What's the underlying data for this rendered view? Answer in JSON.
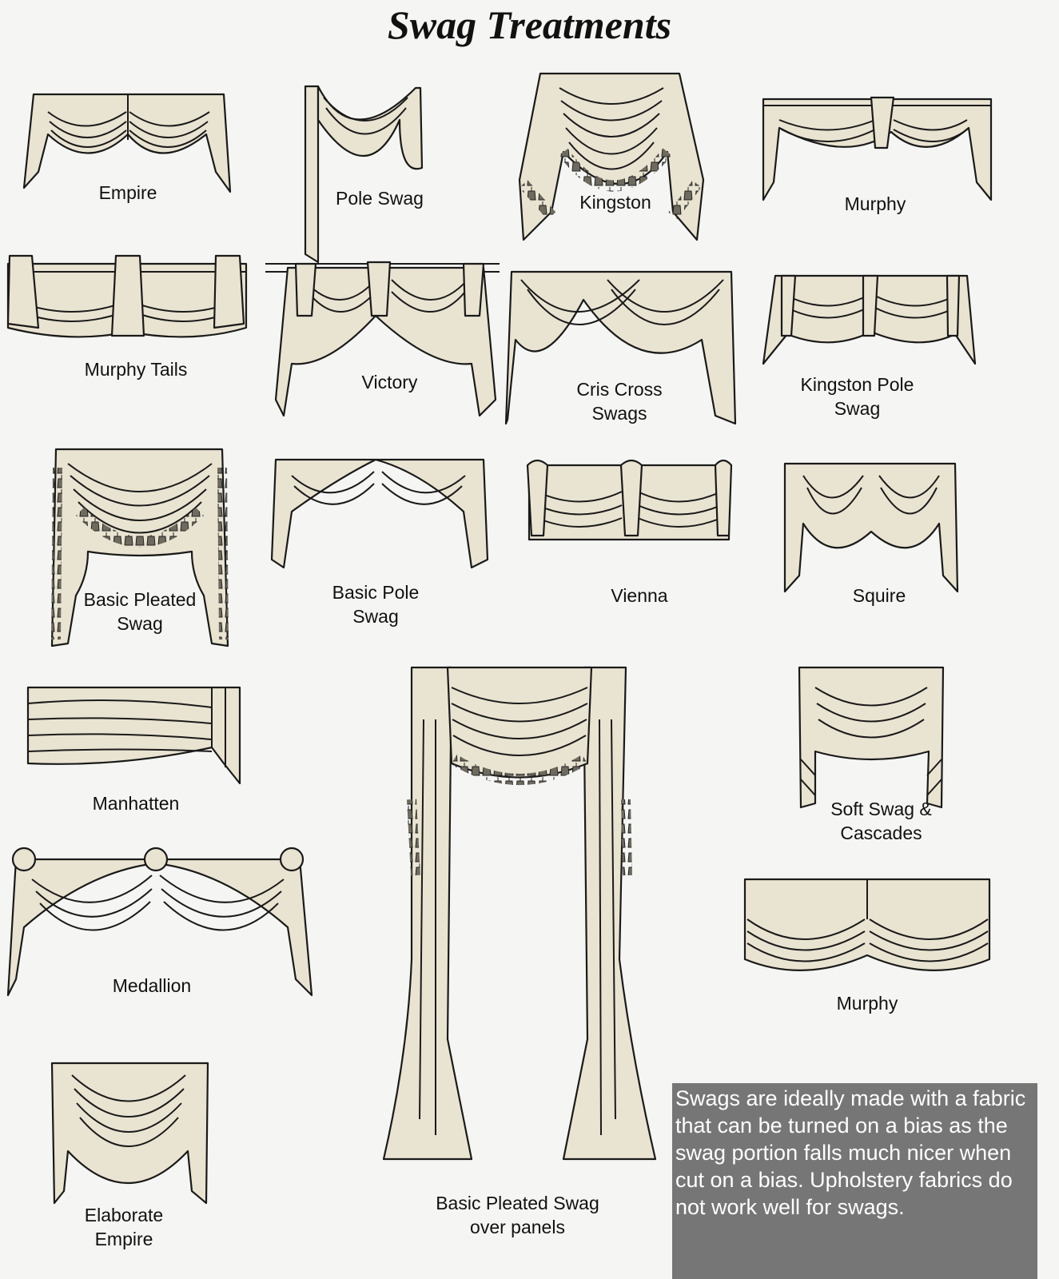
{
  "title": "Swag Treatments",
  "labels": {
    "empire": "Empire",
    "pole_swag": "Pole Swag",
    "kingston": "Kingston",
    "murphy_top": "Murphy",
    "murphy_tails": "Murphy Tails",
    "victory": "Victory",
    "cris_cross": "Cris Cross\nSwags",
    "kingston_pole": "Kingston Pole\nSwag",
    "basic_pleated": "Basic Pleated\nSwag",
    "basic_pole": "Basic Pole\nSwag",
    "vienna": "Vienna",
    "squire": "Squire",
    "manhatten": "Manhatten",
    "soft_swag": "Soft Swag &\nCascades",
    "medallion": "Medallion",
    "murphy_bottom": "Murphy",
    "elaborate_empire": "Elaborate\nEmpire",
    "basic_pleated_panels": "Basic Pleated Swag\nover panels"
  },
  "note": "Swags are ideally made with a fabric that can be turned on a bias as the swag portion falls much nicer when cut on a bias. Upholstery fabrics do not work well for swags.",
  "colors": {
    "fabric": "#e9e3d1",
    "outline": "#1a1a1a",
    "note_bg": "#767676",
    "background": "#f5f5f3"
  }
}
